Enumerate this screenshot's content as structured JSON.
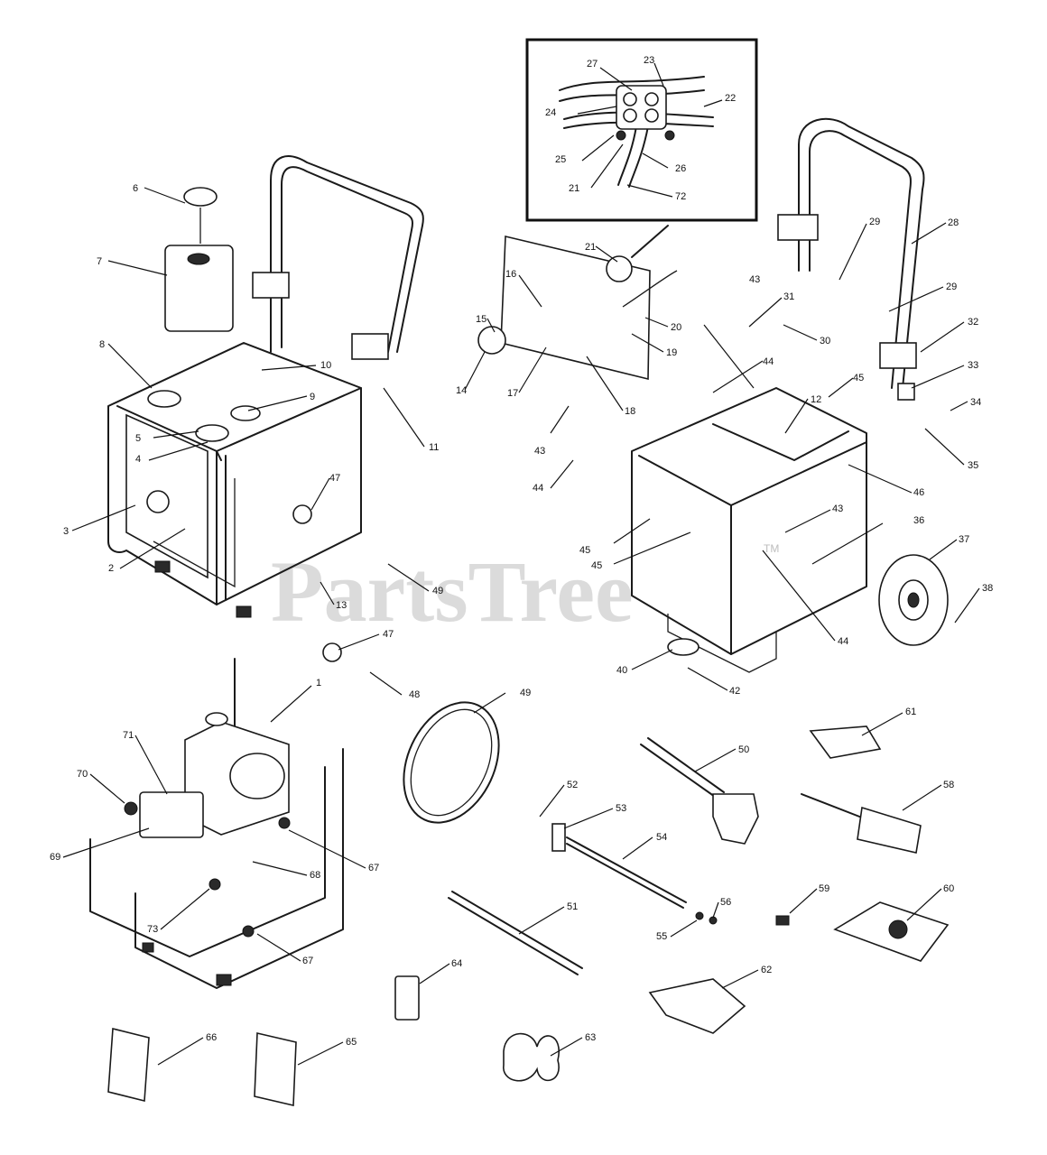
{
  "watermark": {
    "text": "PartsTree",
    "mark": "TM"
  },
  "callouts": [
    "1",
    "2",
    "3",
    "4",
    "5",
    "6",
    "7",
    "8",
    "9",
    "10",
    "11",
    "12",
    "13",
    "14",
    "15",
    "16",
    "17",
    "18",
    "19",
    "20",
    "21",
    "22",
    "23",
    "24",
    "25",
    "26",
    "27",
    "28",
    "29",
    "30",
    "31",
    "32",
    "33",
    "34",
    "35",
    "36",
    "37",
    "38",
    "40",
    "42",
    "43",
    "44",
    "45",
    "46",
    "47",
    "48",
    "49",
    "50",
    "51",
    "52",
    "53",
    "54",
    "55",
    "56",
    "58",
    "59",
    "60",
    "61",
    "62",
    "63",
    "64",
    "65",
    "66",
    "67",
    "68",
    "69",
    "70",
    "71",
    "72",
    "73"
  ]
}
